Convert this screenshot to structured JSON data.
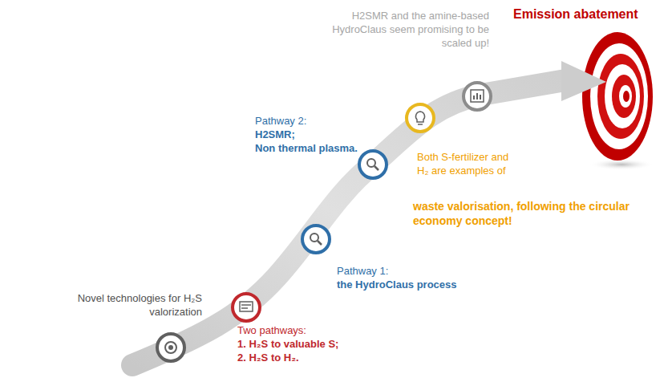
{
  "diagram": {
    "labels": [
      "Novel technologies for H₂S valorization",
      "Two pathways:",
      "1. H₂S to valuable S;",
      "2. H₂S to H₂.",
      "Pathway 1:",
      "the HydroClaus process",
      "Pathway 2:",
      "H2SMR;",
      "Non thermal plasma.",
      "Both S-fertilizer and H₂ are examples of",
      "waste valorisation, following the circular economy concept!",
      "H2SMR and the amine-based HydroClaus seem promising to be scaled up!",
      "Emission abatement"
    ]
  }
}
